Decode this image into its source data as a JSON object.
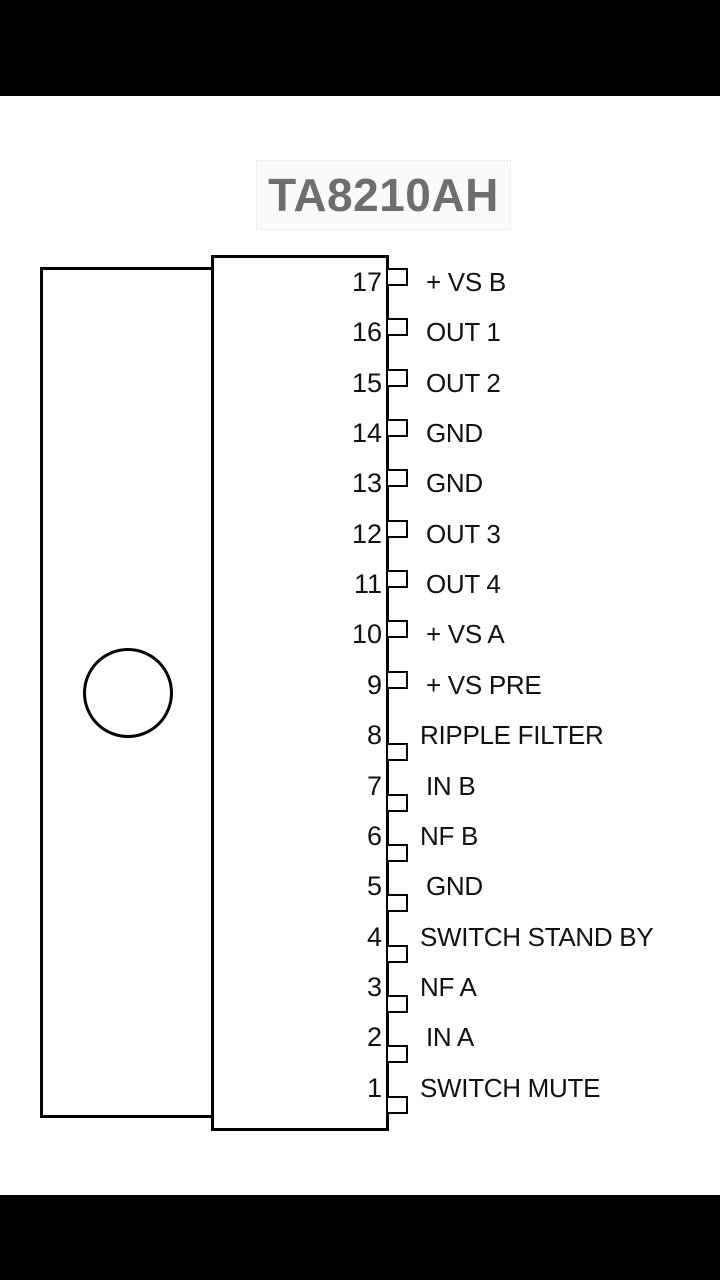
{
  "diagram": {
    "title": "TA8210AH",
    "pins": [
      {
        "number": "17",
        "label": "+ VS B",
        "lead": "up"
      },
      {
        "number": "16",
        "label": "OUT 1",
        "lead": "up"
      },
      {
        "number": "15",
        "label": "OUT 2",
        "lead": "up"
      },
      {
        "number": "14",
        "label": "GND",
        "lead": "up"
      },
      {
        "number": "13",
        "label": "GND",
        "lead": "up"
      },
      {
        "number": "12",
        "label": "OUT 3",
        "lead": "up"
      },
      {
        "number": "11",
        "label": "OUT 4",
        "lead": "up"
      },
      {
        "number": "10",
        "label": "+ VS A",
        "lead": "up"
      },
      {
        "number": "9",
        "label": "+ VS PRE",
        "lead": "up"
      },
      {
        "number": "8",
        "label": "RIPPLE FILTER",
        "lead": "down"
      },
      {
        "number": "7",
        "label": "IN B",
        "lead": "down"
      },
      {
        "number": "6",
        "label": "NF B",
        "lead": "down"
      },
      {
        "number": "5",
        "label": "GND",
        "lead": "down"
      },
      {
        "number": "4",
        "label": "SWITCH STAND BY",
        "lead": "down"
      },
      {
        "number": "3",
        "label": "NF A",
        "lead": "down"
      },
      {
        "number": "2",
        "label": "IN A",
        "lead": "down"
      },
      {
        "number": "1",
        "label": "SWITCH MUTE",
        "lead": "down"
      }
    ]
  }
}
